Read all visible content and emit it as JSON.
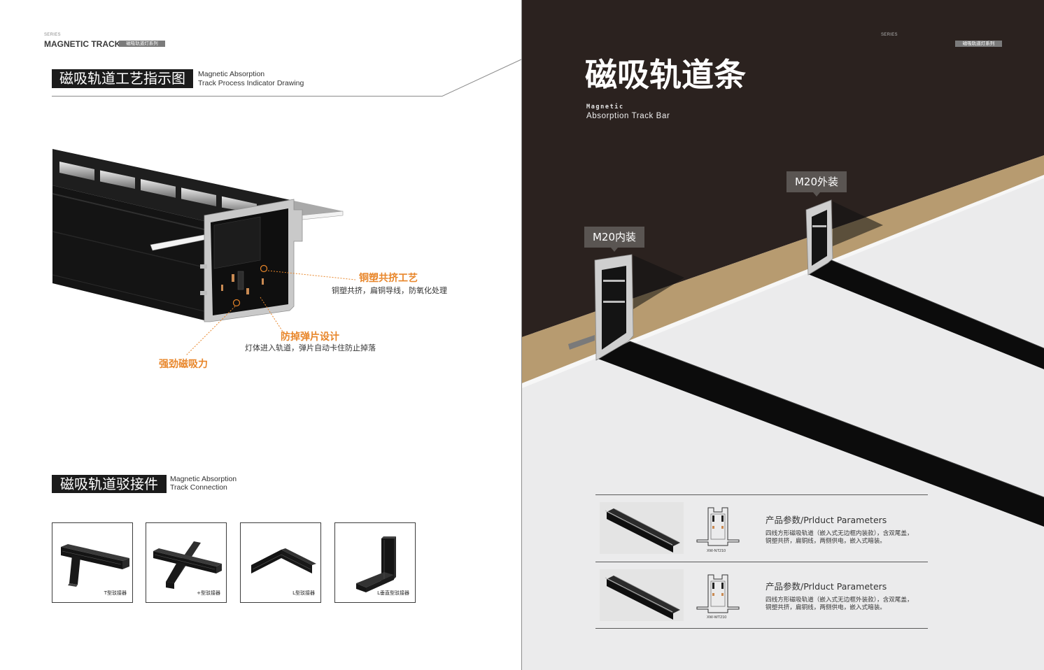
{
  "colors": {
    "accent": "#e8862a",
    "dark_background": "#2b221f",
    "ceiling_tan": "#b79b70",
    "light_background": "#ebebec",
    "label_background": "#5a5552",
    "tag_background": "#7b7b7b"
  },
  "left_page": {
    "header": {
      "series": "SERIES",
      "brand": "MAGNETIC TRACK",
      "tag": "磁吸轨道灯系列"
    },
    "process_section": {
      "title": "磁吸轨道工艺指示图",
      "subtitle_line1": "Magnetic Absorption",
      "subtitle_line2": "Track Process Indicator Drawing",
      "callouts": [
        {
          "title": "铜塑共挤工艺",
          "desc": "铜塑共挤，扁铜导线，防氧化处理"
        },
        {
          "title": "防掉弹片设计",
          "desc": "灯体进入轨道，弹片自动卡住防止掉落"
        },
        {
          "title": "强劲磁吸力"
        }
      ]
    },
    "connection_section": {
      "title": "磁吸轨道驳接件",
      "subtitle_line1": "Magnetic Absorption",
      "subtitle_line2": "Track Connection",
      "connectors": [
        {
          "label": "T型驳接器",
          "icon": "t-connector-icon"
        },
        {
          "label": "+型驳接器",
          "icon": "cross-connector-icon"
        },
        {
          "label": "L型驳接器",
          "icon": "l-connector-icon"
        },
        {
          "label": "L垂直型驳接器",
          "icon": "l-vertical-connector-icon"
        }
      ]
    }
  },
  "right_page": {
    "header": {
      "series": "SERIES",
      "tag": "磁吸轨道灯系列"
    },
    "title": "磁吸轨道条",
    "subtitle_line1": "Magnetic",
    "subtitle_line2": "Absorption Track Bar",
    "install_labels": {
      "outer": "M20外装",
      "inner": "M20内装"
    },
    "products": [
      {
        "model": "XW-NT210",
        "heading": "产品参数/Prlduct Parameters",
        "desc_line1": "四线方形磁吸轨道（嵌入式无边框内装款），含双尾盖，",
        "desc_line2": "铜塑共挤，扁铜线，两侧供电，嵌入式暗装。"
      },
      {
        "model": "XW-WT210",
        "heading": "产品参数/Prlduct Parameters",
        "desc_line1": "四线方形磁吸轨道（嵌入式无边框外装款），含双尾盖，",
        "desc_line2": "铜塑共挤，扁铜线，两侧供电，嵌入式暗装。"
      }
    ]
  }
}
